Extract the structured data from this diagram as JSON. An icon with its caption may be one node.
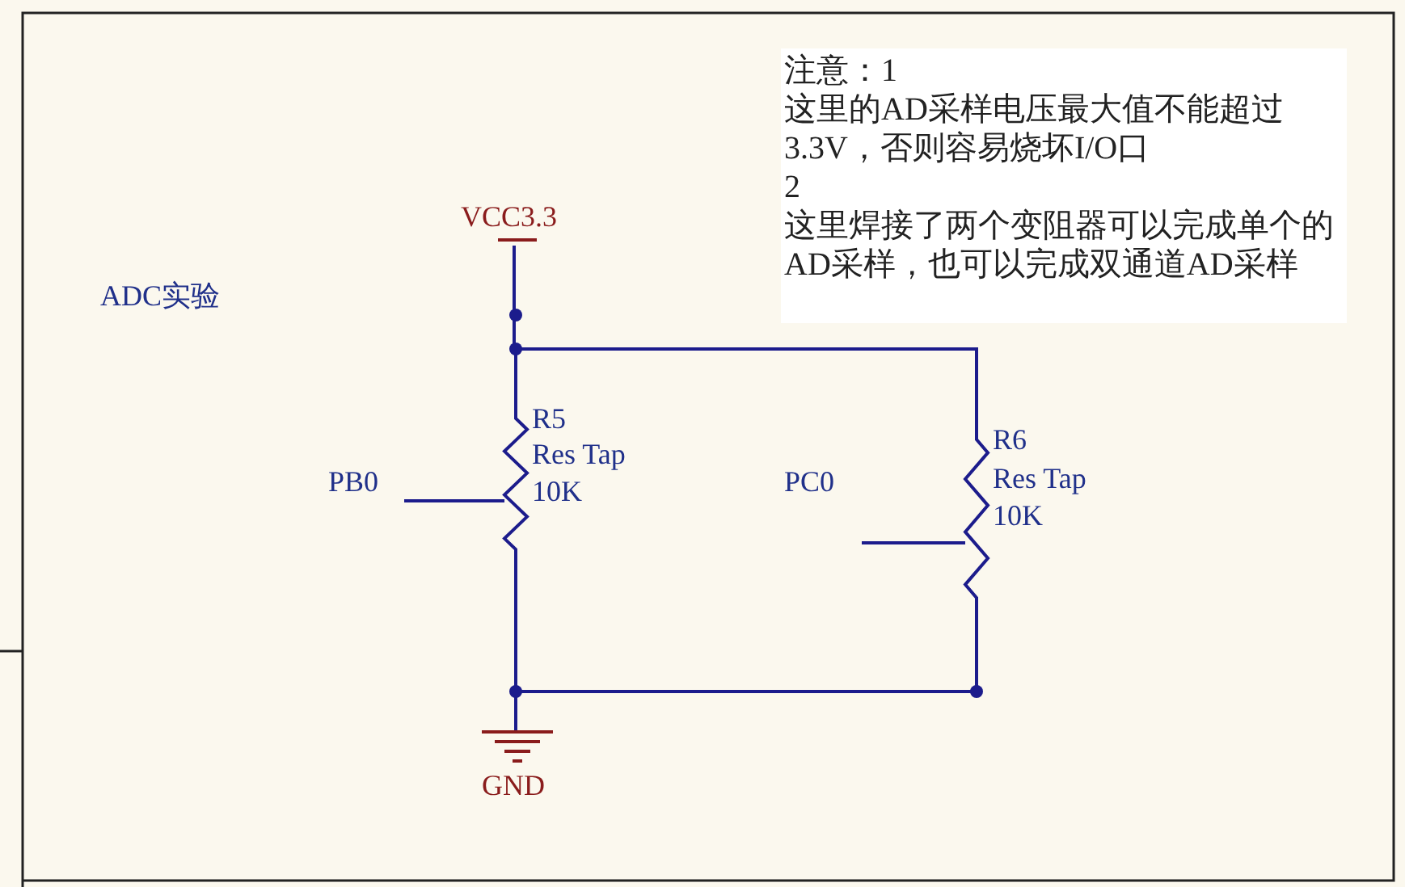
{
  "diagram": {
    "nodes": [
      {
        "text": [
          "VCC3.3"
        ]
      },
      {
        "text": [
          "R5",
          "Res Tap",
          "10K"
        ]
      },
      {
        "text": [
          "R6",
          "Res Tap",
          "10K"
        ]
      },
      {
        "text": [
          "PB0"
        ]
      },
      {
        "text": [
          "PC0"
        ]
      },
      {
        "text": [
          "GND"
        ]
      }
    ],
    "edges": [
      {
        "from": 0,
        "to": 1,
        "arrow": "none"
      },
      {
        "from": 0,
        "to": 2,
        "arrow": "none"
      },
      {
        "from": 1,
        "to": 5,
        "arrow": "none"
      },
      {
        "from": 2,
        "to": 5,
        "arrow": "none"
      },
      {
        "from": 3,
        "to": 1,
        "arrow": "none"
      },
      {
        "from": 4,
        "to": 2,
        "arrow": "none"
      }
    ],
    "labels": [
      "ADC实验",
      "注意：1",
      "这里的AD采样电压最大值不能超过3.3V，否则容易烧坏I/O口",
      "2",
      "这里焊接了两个变阻器可以完成单个的AD采样，也可以完成双通道AD采样"
    ]
  }
}
